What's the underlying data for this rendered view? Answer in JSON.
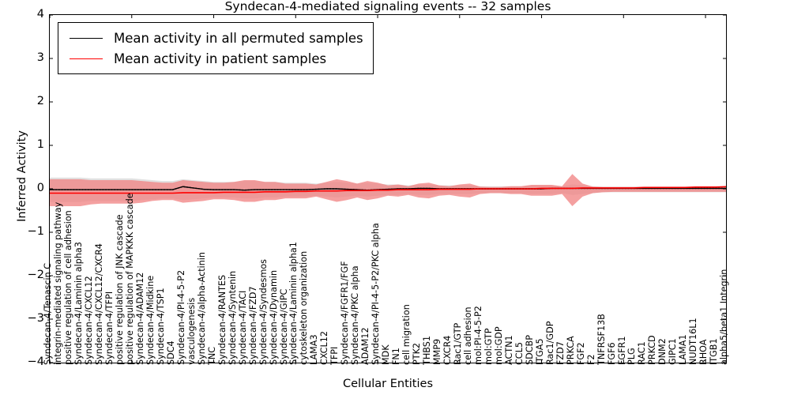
{
  "chart_data": {
    "type": "line",
    "title": "Syndecan-4-mediated signaling events -- 32 samples",
    "xlabel": "Cellular Entities",
    "ylabel": "Inferred Activity",
    "ylim": [
      -4,
      4
    ],
    "yticks": [
      4,
      3,
      2,
      1,
      0,
      -1,
      -2,
      -3,
      -4
    ],
    "grid": false,
    "legend_position": "upper left",
    "legend": [
      {
        "label": "Mean activity in all permuted samples",
        "color": "#000000"
      },
      {
        "label": "Mean activity in patient samples",
        "color": "#ff0000"
      }
    ],
    "band_colors": {
      "permuted": "#c8c8c8",
      "patient": "#f08080"
    },
    "categories": [
      "Syndecan-4/Tenascin C",
      "integrin-mediated signaling pathway",
      "positive regulation of cell adhesion",
      "Syndecan-4/Laminin alpha3",
      "Syndecan-4/CXCL12",
      "Syndecan-4/CXCL12/CXCR4",
      "Syndecan-4/TFPI",
      "positive regulation of JNK cascade",
      "positive regulation of MAPKKK cascade",
      "Syndecan-4/ADAM12",
      "Syndecan-4/Midkine",
      "Syndecan-4/TSP1",
      "SDC4",
      "Syndecan-4/PI-4-5-P2",
      "vasculogenesis",
      "Syndecan-4/alpha-Actinin",
      "TNC",
      "Syndecan-4/RANTES",
      "Syndecan-4/Syntenin",
      "Syndecan-4/TACI",
      "Syndecan-4/FZD7",
      "Syndecan-4/Syndesmos",
      "Syndecan-4/Dynamin",
      "Syndecan-4/GIPC",
      "Syndecan-4/Laminin alpha1",
      "cytoskeleton organization",
      "LAMA3",
      "CXCL12",
      "TFPI",
      "Syndecan-4/FGFR1/FGF",
      "Syndecan-4/PKC alpha",
      "ADAM12",
      "Syndecan-4/PI-4-5-P2/PKC alpha",
      "MDK",
      "FN1",
      "cell migration",
      "PTK2",
      "THBS1",
      "MMP9",
      "CXCR4",
      "Rac1/GTP",
      "cell adhesion",
      "mol:PI-4-5-P2",
      "mol:GTP",
      "mol:GDP",
      "ACTN1",
      "CCL5",
      "SDCBP",
      "ITGA5",
      "Rac1/GDP",
      "FZD7",
      "PRKCA",
      "FGF2",
      "F2",
      "TNFRSF13B",
      "FGF6",
      "FGFR1",
      "PLG",
      "RAC1",
      "PRKCD",
      "DNM2",
      "GIPC1",
      "LAMA1",
      "NUDT16L1",
      "RHOA",
      "ITGB1",
      "alpha5/beta1 Integrin"
    ],
    "series": [
      {
        "name": "Mean activity in all permuted samples",
        "color": "#000000",
        "values": [
          -0.02,
          -0.02,
          -0.02,
          -0.02,
          -0.02,
          -0.02,
          -0.02,
          -0.02,
          -0.02,
          -0.02,
          -0.02,
          -0.02,
          -0.02,
          0.05,
          0.02,
          -0.01,
          -0.02,
          -0.02,
          -0.02,
          -0.03,
          -0.02,
          -0.02,
          -0.02,
          -0.02,
          -0.02,
          -0.02,
          -0.01,
          0.0,
          0.0,
          -0.01,
          -0.02,
          -0.03,
          -0.02,
          -0.01,
          0.0,
          0.0,
          0.01,
          0.01,
          0.0,
          0.0,
          0.0,
          0.0,
          0.0,
          0.0,
          0.0,
          0.0,
          0.0,
          0.0,
          0.0,
          0.01,
          0.01,
          0.01,
          0.01,
          0.01,
          0.01,
          0.01,
          0.01,
          0.01,
          0.01,
          0.01,
          0.01,
          0.01,
          0.01,
          0.01,
          0.01,
          0.01,
          0.01
        ],
        "band_lower": [
          -0.3,
          -0.3,
          -0.3,
          -0.3,
          -0.28,
          -0.28,
          -0.28,
          -0.28,
          -0.28,
          -0.26,
          -0.24,
          -0.22,
          -0.22,
          -0.26,
          -0.24,
          -0.22,
          -0.2,
          -0.2,
          -0.2,
          -0.22,
          -0.22,
          -0.2,
          -0.2,
          -0.18,
          -0.18,
          -0.18,
          -0.16,
          -0.18,
          -0.2,
          -0.18,
          -0.16,
          -0.18,
          -0.16,
          -0.14,
          -0.14,
          -0.12,
          -0.14,
          -0.14,
          -0.12,
          -0.12,
          -0.12,
          -0.12,
          -0.1,
          -0.1,
          -0.1,
          -0.1,
          -0.1,
          -0.12,
          -0.12,
          -0.12,
          -0.1,
          -0.14,
          -0.12,
          -0.1,
          -0.08,
          -0.08,
          -0.08,
          -0.08,
          -0.08,
          -0.08,
          -0.08,
          -0.08,
          -0.08,
          -0.08,
          -0.08,
          -0.08,
          -0.08
        ],
        "band_upper": [
          0.26,
          0.26,
          0.26,
          0.26,
          0.24,
          0.24,
          0.24,
          0.24,
          0.24,
          0.22,
          0.2,
          0.18,
          0.18,
          0.22,
          0.2,
          0.18,
          0.16,
          0.16,
          0.16,
          0.18,
          0.18,
          0.16,
          0.16,
          0.14,
          0.14,
          0.14,
          0.12,
          0.14,
          0.16,
          0.14,
          0.12,
          0.14,
          0.12,
          0.1,
          0.1,
          0.08,
          0.1,
          0.1,
          0.08,
          0.08,
          0.08,
          0.08,
          0.06,
          0.06,
          0.06,
          0.06,
          0.06,
          0.08,
          0.08,
          0.08,
          0.06,
          0.1,
          0.08,
          0.06,
          0.05,
          0.05,
          0.05,
          0.05,
          0.05,
          0.05,
          0.05,
          0.05,
          0.05,
          0.05,
          0.05,
          0.05,
          0.05
        ]
      },
      {
        "name": "Mean activity in patient samples",
        "color": "#ff0000",
        "values": [
          -0.1,
          -0.1,
          -0.1,
          -0.1,
          -0.1,
          -0.1,
          -0.1,
          -0.1,
          -0.1,
          -0.1,
          -0.1,
          -0.1,
          -0.1,
          -0.09,
          -0.09,
          -0.09,
          -0.09,
          -0.08,
          -0.08,
          -0.08,
          -0.08,
          -0.07,
          -0.07,
          -0.07,
          -0.06,
          -0.06,
          -0.05,
          -0.05,
          -0.05,
          -0.04,
          -0.04,
          -0.04,
          -0.03,
          -0.03,
          -0.02,
          -0.02,
          -0.02,
          -0.02,
          -0.01,
          -0.01,
          -0.01,
          -0.01,
          0.0,
          0.0,
          0.0,
          0.0,
          0.0,
          0.0,
          0.01,
          0.01,
          0.01,
          0.01,
          0.02,
          0.02,
          0.02,
          0.02,
          0.02,
          0.02,
          0.03,
          0.03,
          0.03,
          0.03,
          0.03,
          0.04,
          0.04,
          0.04,
          0.05
        ],
        "band_lower": [
          -0.4,
          -0.4,
          -0.4,
          -0.4,
          -0.36,
          -0.34,
          -0.34,
          -0.34,
          -0.34,
          -0.32,
          -0.28,
          -0.26,
          -0.26,
          -0.32,
          -0.3,
          -0.28,
          -0.24,
          -0.24,
          -0.26,
          -0.3,
          -0.3,
          -0.26,
          -0.26,
          -0.22,
          -0.22,
          -0.22,
          -0.18,
          -0.24,
          -0.3,
          -0.26,
          -0.2,
          -0.26,
          -0.22,
          -0.16,
          -0.18,
          -0.14,
          -0.2,
          -0.22,
          -0.16,
          -0.14,
          -0.18,
          -0.2,
          -0.12,
          -0.1,
          -0.1,
          -0.12,
          -0.12,
          -0.16,
          -0.16,
          -0.16,
          -0.12,
          -0.4,
          -0.18,
          -0.1,
          -0.08,
          -0.07,
          -0.07,
          -0.07,
          -0.07,
          -0.07,
          -0.07,
          -0.07,
          -0.07,
          -0.07,
          -0.07,
          -0.07,
          -0.07
        ],
        "band_upper": [
          0.22,
          0.22,
          0.22,
          0.22,
          0.2,
          0.2,
          0.2,
          0.2,
          0.2,
          0.18,
          0.16,
          0.14,
          0.14,
          0.2,
          0.18,
          0.16,
          0.14,
          0.14,
          0.16,
          0.2,
          0.2,
          0.16,
          0.16,
          0.12,
          0.12,
          0.12,
          0.1,
          0.16,
          0.22,
          0.18,
          0.12,
          0.18,
          0.14,
          0.08,
          0.1,
          0.06,
          0.12,
          0.14,
          0.08,
          0.06,
          0.1,
          0.12,
          0.05,
          0.04,
          0.04,
          0.06,
          0.06,
          0.09,
          0.09,
          0.09,
          0.06,
          0.34,
          0.12,
          0.05,
          0.04,
          0.04,
          0.04,
          0.04,
          0.04,
          0.04,
          0.04,
          0.04,
          0.04,
          0.04,
          0.04,
          0.04,
          0.04
        ]
      }
    ]
  }
}
